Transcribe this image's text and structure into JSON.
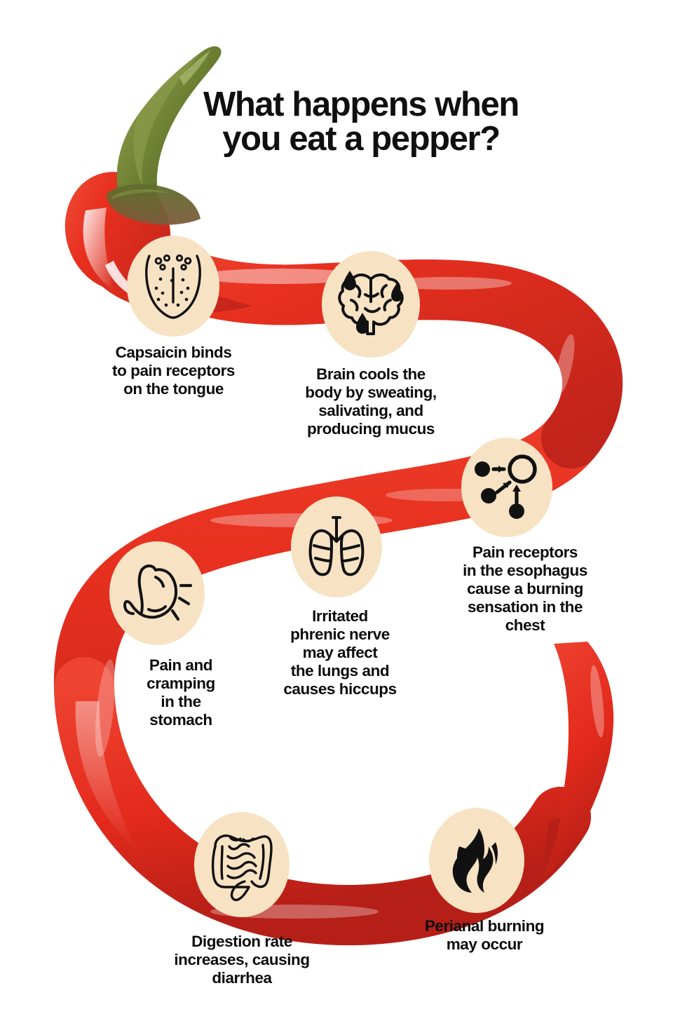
{
  "page": {
    "title": "What happens when you eat a pepper?",
    "title_line1": "What happens when",
    "title_line2": "you eat a pepper?",
    "background_color": "#FFFFFF",
    "text_color": "#0D0D0D"
  },
  "theme": {
    "bubble_fill": "#F7E3C3",
    "pepper_red": "#E8301F",
    "pepper_red_dark": "#B3201A",
    "pepper_red_light": "#F2573F",
    "pepper_highlight": "#FFFFFF",
    "stem_green": "#6E7F33",
    "stem_green_dark": "#4C5A21",
    "icon_stroke": "#111111"
  },
  "steps": [
    {
      "id": "tongue",
      "icon": "tongue-taste-buds-icon",
      "caption": "Capsaicin binds to pain receptors on the tongue",
      "caption_lines": [
        "Capsaicin binds",
        "to pain receptors",
        "on the tongue"
      ]
    },
    {
      "id": "brain",
      "icon": "sweating-brain-icon",
      "caption": "Brain cools the body by sweating, salivating, and producing mucus",
      "caption_lines": [
        "Brain cools the",
        "body by sweating,",
        "salivating, and",
        "producing mucus"
      ]
    },
    {
      "id": "esophagus",
      "icon": "receptor-binding-icon",
      "caption": "Pain receptors in the esophagus cause a burning sensation in the chest",
      "caption_lines": [
        "Pain receptors",
        "in the esophagus",
        "cause a burning",
        "sensation in the",
        "chest"
      ]
    },
    {
      "id": "lungs",
      "icon": "lungs-icon",
      "caption": "Irritated phrenic nerve may affect the lungs and causes hiccups",
      "caption_lines": [
        "Irritated",
        "phrenic nerve",
        "may affect",
        "the lungs and",
        "causes hiccups"
      ]
    },
    {
      "id": "stomach",
      "icon": "stomach-pain-icon",
      "caption": "Pain and cramping in the stomach",
      "caption_lines": [
        "Pain and",
        "cramping",
        "in the",
        "stomach"
      ]
    },
    {
      "id": "intestines",
      "icon": "intestines-icon",
      "caption": "Digestion rate increases, causing diarrhea",
      "caption_lines": [
        "Digestion rate",
        "increases, causing",
        "diarrhea"
      ]
    },
    {
      "id": "perianal",
      "icon": "flame-icon",
      "caption": "Perianal burning may occur",
      "caption_lines": [
        "Perianal burning",
        "may occur"
      ]
    }
  ]
}
